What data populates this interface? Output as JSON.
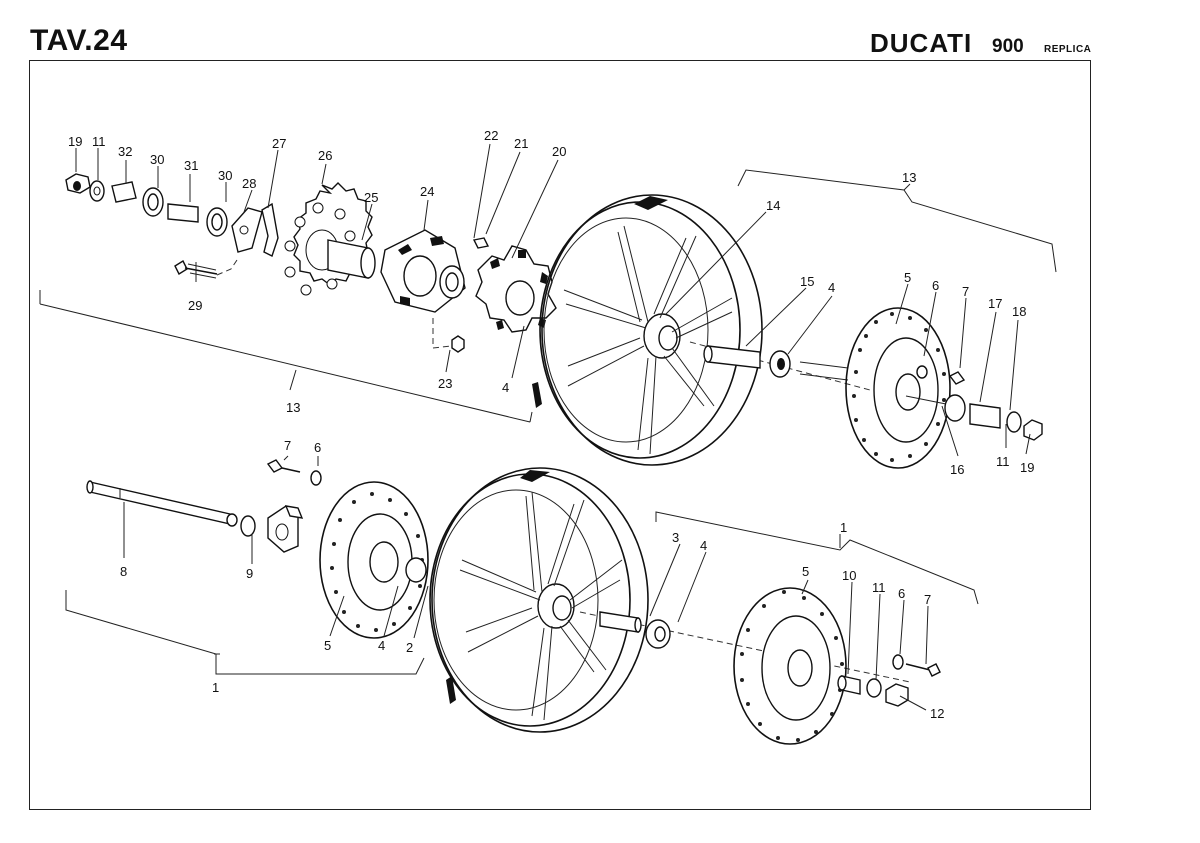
{
  "header": {
    "title": "TAV.24",
    "brand": "DUCATI",
    "model": "900",
    "model_suffix": "REPLICA"
  },
  "callouts": {
    "n19a": "19",
    "n11a": "11",
    "n32": "32",
    "n30a": "30",
    "n31": "31",
    "n30b": "30",
    "n27": "27",
    "n28": "28",
    "n26": "26",
    "n25": "25",
    "n24": "24",
    "n22": "22",
    "n21": "21",
    "n20": "20",
    "n29": "29",
    "n23": "23",
    "n13a": "13",
    "n4a": "4",
    "n14": "14",
    "n13b": "13",
    "n15": "15",
    "n4b": "4",
    "n5a": "5",
    "n6a": "6",
    "n7a": "7",
    "n17": "17",
    "n18": "18",
    "n16": "16",
    "n11b": "11",
    "n19b": "19",
    "n7b": "7",
    "n6b": "6",
    "n8": "8",
    "n9": "9",
    "n5b": "5",
    "n4c": "4",
    "n2": "2",
    "n1a": "1",
    "n3": "3",
    "n4d": "4",
    "n1b": "1",
    "n5c": "5",
    "n10": "10",
    "n11c": "11",
    "n6c": "6",
    "n7c": "7",
    "n12": "12"
  }
}
